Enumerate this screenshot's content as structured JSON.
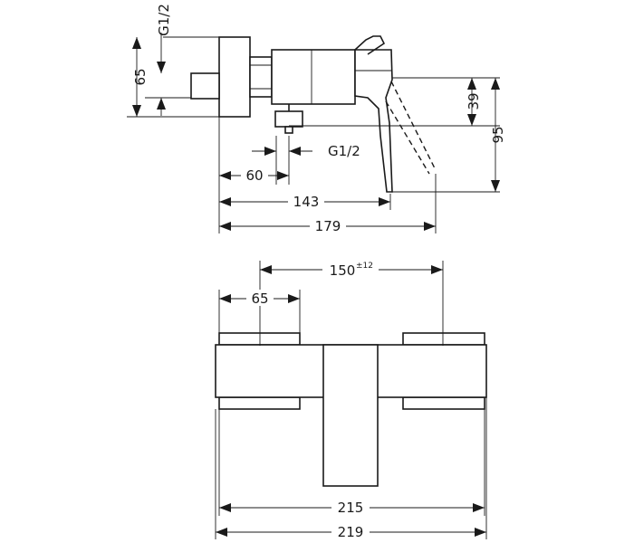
{
  "dimensions": {
    "side_view": {
      "thread_top": "G1/2",
      "height_65": "65",
      "height_39": "39",
      "height_95": "95",
      "thread_outlet": "G1/2",
      "depth_60": "60",
      "depth_143": "143",
      "depth_179": "179"
    },
    "front_view": {
      "centers": "150",
      "centers_tolerance": "±12",
      "width_65": "65",
      "width_215": "215",
      "width_219": "219"
    }
  },
  "colors": {
    "line": "#1a1a1a",
    "background": "#ffffff"
  }
}
